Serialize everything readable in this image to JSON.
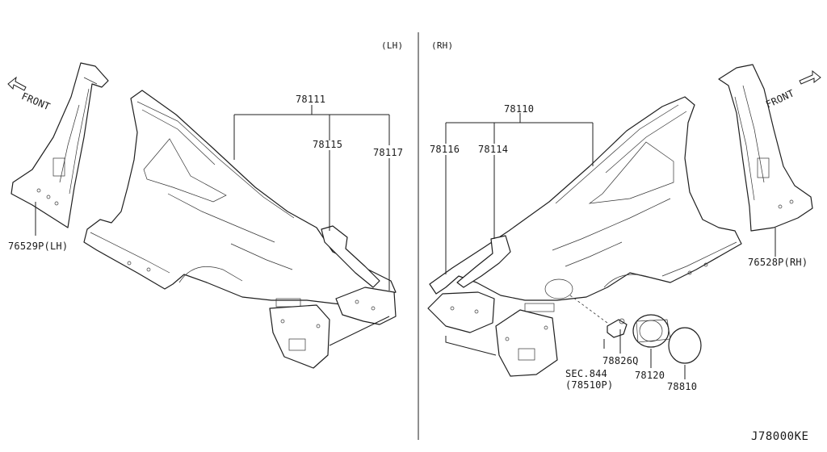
{
  "sides": {
    "left": "(LH)",
    "right": "(RH)"
  },
  "front_labels": {
    "left": "FRONT",
    "right": "FRONT"
  },
  "parts": {
    "p78111": "78111",
    "p78115": "78115",
    "p78117": "78117",
    "p76529P": "76529P(LH)",
    "p78110": "78110",
    "p78116": "78116",
    "p78114": "78114",
    "p76528P": "76528P(RH)",
    "p78826Q": "78826Q",
    "sec844": "SEC.844",
    "p78510P": "(78510P)",
    "p78120": "78120",
    "p78810": "78810"
  },
  "diagram_code": "J78000KE",
  "colors": {
    "line": "#1f1f1f",
    "background": "#ffffff"
  },
  "icons": [
    "front-arrow-icon"
  ]
}
